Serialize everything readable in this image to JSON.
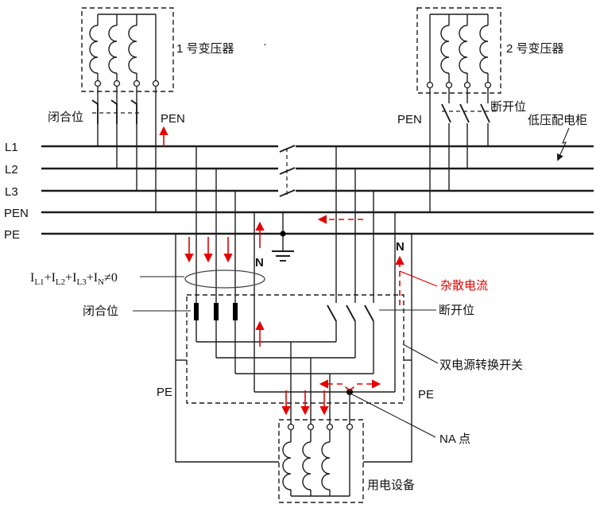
{
  "colors": {
    "stray_current_red": "#e60000",
    "diagram_line": "#1c1c1c",
    "background": "#ffffff"
  },
  "bus_labels": {
    "l1": "L1",
    "l2": "L2",
    "l3": "L3",
    "pen": "PEN",
    "pe": "PE"
  },
  "transformer1": {
    "label": "1 号变压器",
    "breaker_label": "闭合位",
    "pen_label": "PEN"
  },
  "transformer2": {
    "label": "2 号变压器",
    "breaker_label": "断开位",
    "pen_label": "PEN",
    "cabinet_label": "低压配电柜"
  },
  "formula": {
    "parts": [
      {
        "t": "I"
      },
      {
        "t": "L1"
      },
      {
        "t": "+I"
      },
      {
        "t": "L2"
      },
      {
        "t": "+I"
      },
      {
        "t": "L3"
      },
      {
        "t": "+I"
      },
      {
        "t": "N"
      },
      {
        "t": "≠0"
      }
    ]
  },
  "transfer_switch": {
    "closed_label": "闭合位",
    "open_label": "断开位",
    "label": "双电源转换开关",
    "n_left": "N",
    "n_right": "N",
    "stray_current_label": "杂散电流"
  },
  "load": {
    "label": "用电设备",
    "na_label": "NA 点",
    "pe_left": "PE",
    "pe_right": "PE"
  },
  "misc": {
    "dot": "·"
  }
}
